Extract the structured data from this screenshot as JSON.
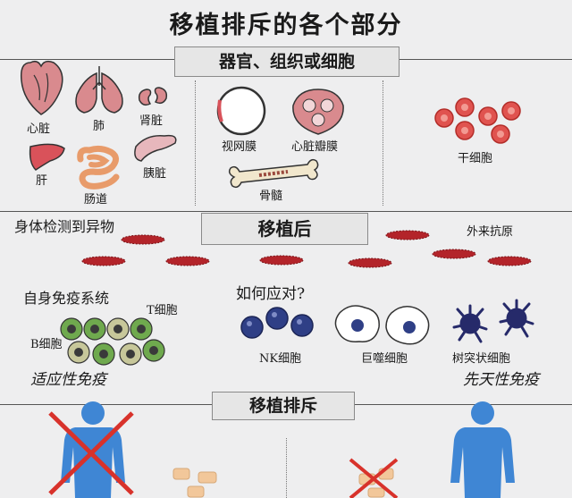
{
  "title": "移植排斥的各个部分",
  "sections": {
    "organs": "器官、组织或细胞",
    "after": "移植后",
    "rejection": "移植排斥"
  },
  "labels": {
    "heart": "心脏",
    "lung": "肺",
    "kidney": "肾脏",
    "liver": "肝",
    "intestine": "肠道",
    "pancreas": "胰脏",
    "retina": "视网膜",
    "valve": "心脏瓣膜",
    "marrow": "骨髓",
    "stem": "干细胞",
    "detect": "身体检测到异物",
    "antigen": "外来抗原",
    "self_immune": "自身免疫系统",
    "how": "如何应对?",
    "tcell": "T细胞",
    "bcell": "B细胞",
    "nk": "NK细胞",
    "macro": "巨噬细胞",
    "dendritic": "树突状细胞",
    "adaptive": "适应性免疫",
    "innate": "先天性免疫"
  },
  "colors": {
    "organ": "#d98a8e",
    "stem": "#e0534f",
    "antigen": "#b3242a",
    "nk": "#2f3f86",
    "dendritic": "#262a6a",
    "body": "#3f86d4",
    "cross": "#d8322b"
  }
}
